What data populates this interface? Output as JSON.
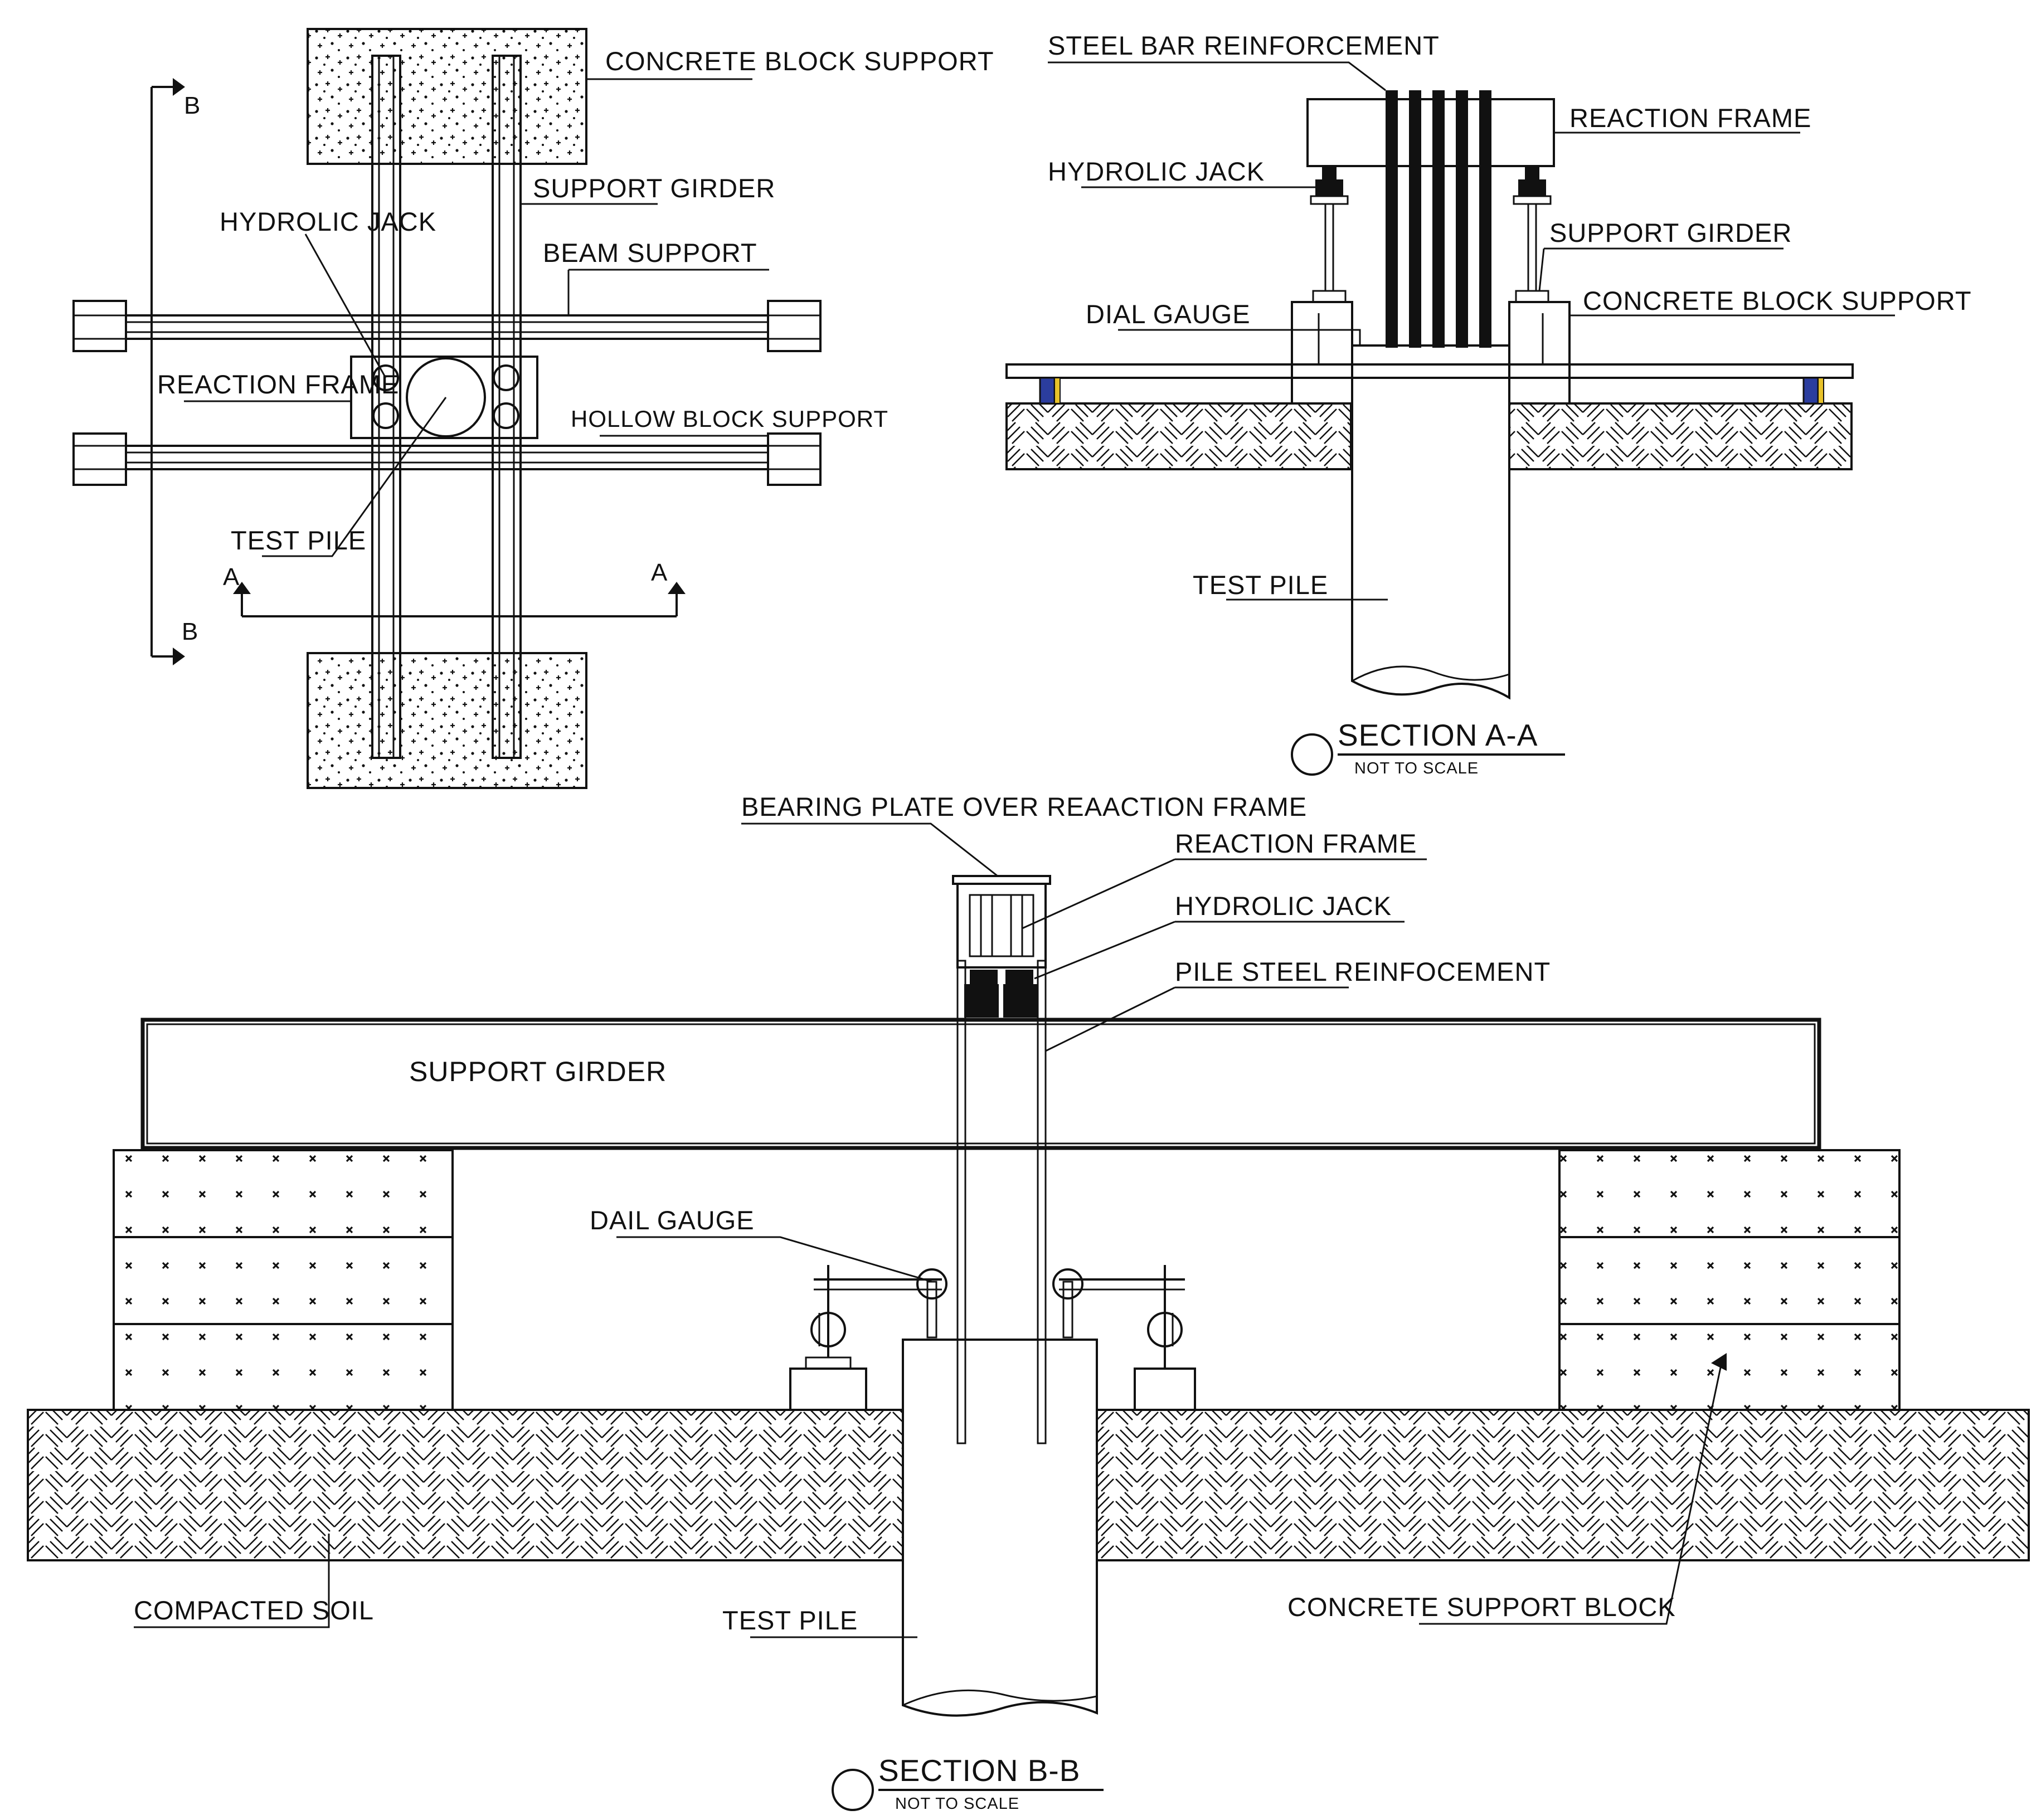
{
  "plan": {
    "labels": {
      "concrete_block_support": "CONCRETE BLOCK SUPPORT",
      "support_girder": "SUPPORT GIRDER",
      "hydrolic_jack": "HYDROLIC JACK",
      "beam_support": "BEAM SUPPORT",
      "reaction_frame": "REACTION FRAME",
      "hollow_block_support": "HOLLOW BLOCK SUPPORT",
      "test_pile": "TEST PILE"
    },
    "section_marks": {
      "a_left": "A",
      "a_right": "A",
      "b_top": "B",
      "b_bottom": "B"
    }
  },
  "section_aa": {
    "labels": {
      "steel_bar_reinforcement": "STEEL BAR REINFORCEMENT",
      "reaction_frame": "REACTION FRAME",
      "hydrolic_jack": "HYDROLIC JACK",
      "support_girder": "SUPPORT GIRDER",
      "dial_gauge": "DIAL GAUGE",
      "concrete_block_support": "CONCRETE BLOCK SUPPORT",
      "test_pile": "TEST PILE"
    },
    "title": "SECTION A-A",
    "scale_note": "NOT TO SCALE"
  },
  "section_bb": {
    "labels": {
      "bearing_plate": "BEARING PLATE OVER REAACTION FRAME",
      "reaction_frame": "REACTION FRAME",
      "hydrolic_jack": "HYDROLIC JACK",
      "pile_steel_reinforcement": "PILE STEEL REINFOCEMENT",
      "support_girder": "SUPPORT GIRDER",
      "dail_gauge": "DAIL GAUGE",
      "compacted_soil": "COMPACTED SOIL",
      "test_pile": "TEST PILE",
      "concrete_support_block": "CONCRETE SUPPORT BLOCK"
    },
    "title": "SECTION B-B",
    "scale_note": "NOT TO SCALE"
  },
  "colors": {
    "line": "#111111",
    "background": "#ffffff",
    "spacer_blue": "#2b3d9e",
    "spacer_yellow": "#e8c22a"
  }
}
